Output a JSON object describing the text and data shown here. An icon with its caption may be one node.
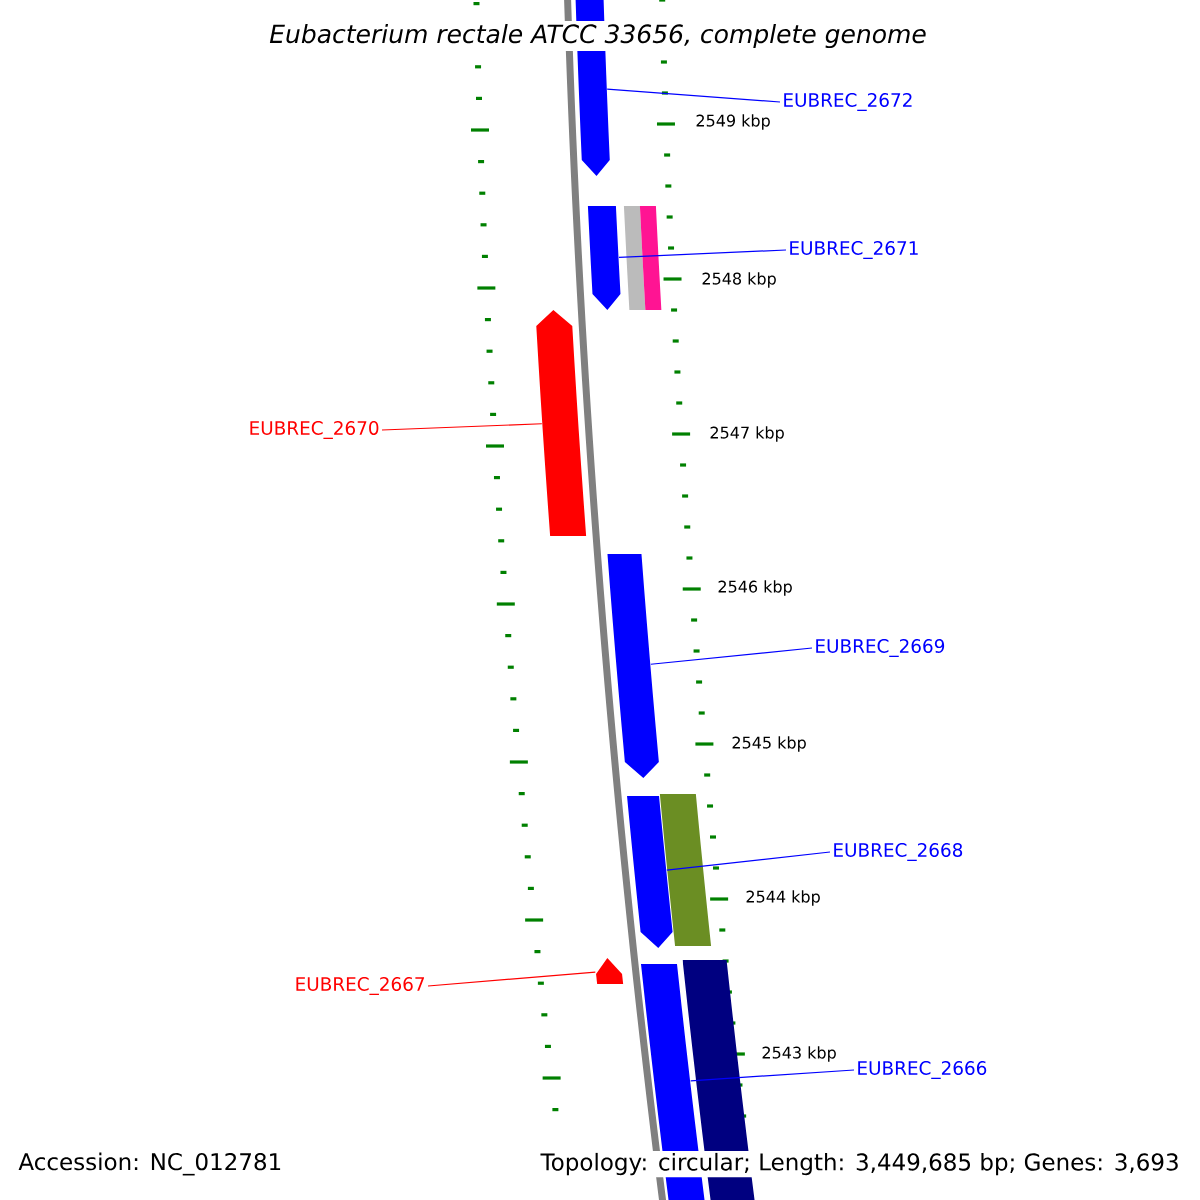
{
  "diagram": {
    "title": "Eubacterium rectale ATCC 33656, complete genome",
    "nodes": [
      {
        "text": [
          "EUBREC_2672"
        ]
      },
      {
        "text": [
          "EUBREC_2671"
        ]
      },
      {
        "text": [
          "EUBREC_2670"
        ]
      },
      {
        "text": [
          "EUBREC_2669"
        ]
      },
      {
        "text": [
          "EUBREC_2668"
        ]
      },
      {
        "text": [
          "EUBREC_2667"
        ]
      },
      {
        "text": [
          "EUBREC_2666"
        ]
      },
      {
        "text": [],
        "shape": "pentagon"
      },
      {
        "text": [],
        "shape": "pentagon"
      },
      {
        "text": [],
        "shape": "pentagon"
      },
      {
        "text": [],
        "shape": "pentagon"
      },
      {
        "text": [],
        "shape": "pentagon"
      },
      {
        "text": [],
        "shape": "pentagon"
      },
      {
        "text": [],
        "shape": "pentagon"
      }
    ],
    "edges": [
      {
        "from": 0,
        "to": 7,
        "arrow": "none"
      },
      {
        "from": 1,
        "to": 8,
        "arrow": "none"
      },
      {
        "from": 2,
        "to": 9,
        "arrow": "none",
        "color": "#ff0000"
      },
      {
        "from": 3,
        "to": 10,
        "arrow": "none"
      },
      {
        "from": 4,
        "to": 11,
        "arrow": "none"
      },
      {
        "from": 5,
        "to": 12,
        "arrow": "none",
        "color": "#ff0000"
      },
      {
        "from": 6,
        "to": 13,
        "arrow": "none"
      }
    ],
    "labels": [
      "2549 kbp",
      "2548 kbp",
      "2547 kbp",
      "2546 kbp",
      "2545 kbp",
      "2544 kbp",
      "2543 kbp",
      "Accession: NC_012781",
      "Topology: circular; Length: 3,449,685 bp; Genes: 3,693"
    ]
  }
}
